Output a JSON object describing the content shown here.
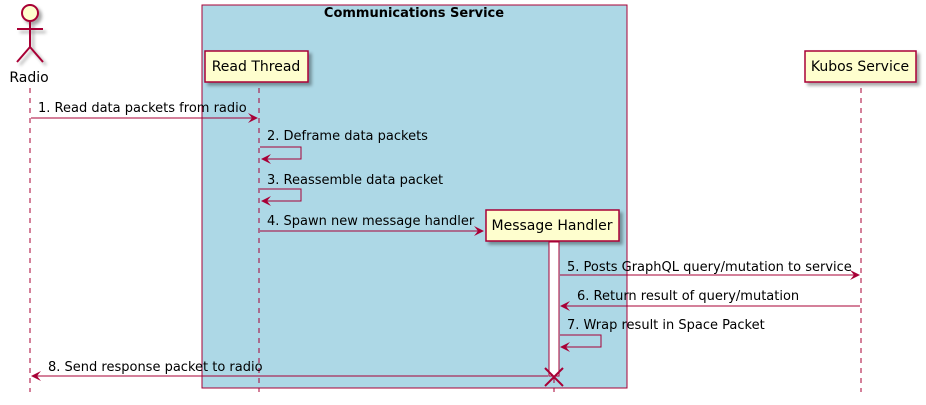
{
  "group": {
    "title": "Communications Service",
    "fill": "#add8e6"
  },
  "participants": {
    "radio": "Radio",
    "read_thread": "Read Thread",
    "message_handler": "Message Handler",
    "kubos_service": "Kubos Service"
  },
  "messages": [
    "1. Read data packets from radio",
    "2. Deframe data packets",
    "3. Reassemble data packet",
    "4. Spawn new message handler",
    "5. Posts GraphQL query/mutation to service",
    "6. Return result of query/mutation",
    "7. Wrap result in Space Packet",
    "8. Send response packet to radio"
  ],
  "colors": {
    "line": "#a80036",
    "participant_fill": "#fefece",
    "lifeline": "#a80036"
  }
}
